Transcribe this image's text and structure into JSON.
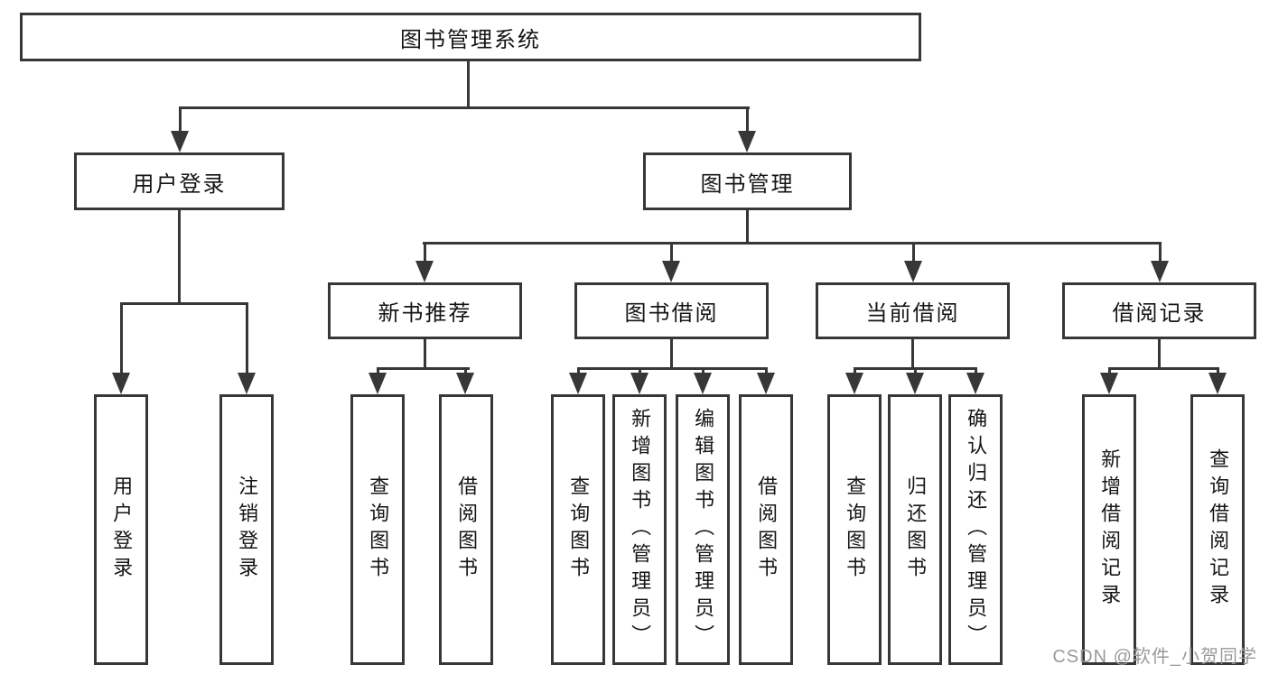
{
  "diagram": {
    "title": "图书管理系统",
    "root": "图书管理系统",
    "level2": {
      "user_login": "用户登录",
      "book_mgmt": "图书管理"
    },
    "level3": {
      "new_book_rec": "新书推荐",
      "book_borrow": "图书借阅",
      "current_borrow": "当前借阅",
      "borrow_records": "借阅记录"
    },
    "level4": {
      "user_login": [
        "用户登录",
        "注销登录"
      ],
      "new_book_rec": [
        "查询图书",
        "借阅图书"
      ],
      "book_borrow": [
        "查询图书",
        "新增图书（管理员）",
        "编辑图书（管理员）",
        "借阅图书"
      ],
      "current_borrow": [
        "查询图书",
        "归还图书",
        "确认归还（管理员）"
      ],
      "borrow_records": [
        "新增借阅记录",
        "查询借阅记录"
      ]
    }
  },
  "watermark": "CSDN @软件_小贺同学",
  "colors": {
    "line": "#373737",
    "text": "#151515",
    "watermark": "#9a9a9a",
    "background": "#ffffff"
  }
}
